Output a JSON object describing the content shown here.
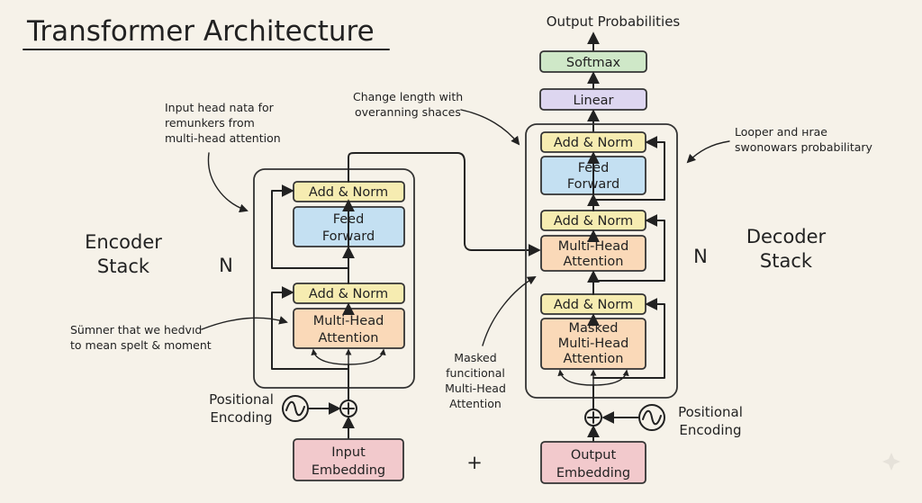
{
  "title": "Transformer Architecture",
  "encoder": {
    "stack_label_line1": "Encoder",
    "stack_label_line2": "Stack",
    "n_label": "N",
    "add_norm_top": "Add & Norm",
    "feed_forward_line1": "Feed",
    "feed_forward_line2": "Forward",
    "add_norm_bottom": "Add & Norm",
    "attention_line1": "Multi-Head",
    "attention_line2": "Attention",
    "positional_line1": "Positional",
    "positional_line2": "Encoding",
    "embedding_line1": "Input",
    "embedding_line2": "Embedding"
  },
  "decoder": {
    "stack_label_line1": "Decoder",
    "stack_label_line2": "Stack",
    "n_label": "N",
    "output_probabilities": "Output Probabilities",
    "softmax": "Softmax",
    "linear": "Linear",
    "add_norm_top": "Add & Norm",
    "feed_forward_line1": "Feed",
    "feed_forward_line2": "Forward",
    "add_norm_mid": "Add & Norm",
    "cross_attention_line1": "Multi-Head",
    "cross_attention_line2": "Attention",
    "add_norm_bottom": "Add & Norm",
    "masked_line1": "Masked",
    "masked_line2": "Multi-Head",
    "masked_line3": "Attention",
    "positional_line1": "Positional",
    "positional_line2": "Encoding",
    "embedding_line1": "Output",
    "embedding_line2": "Embedding"
  },
  "plus_sign": "+",
  "annotations": {
    "input_head_line1": "Input head nata for",
    "input_head_line2": "remunkers from",
    "input_head_line3": "multi-head attention",
    "change_length_line1": "Change length with",
    "change_length_line2": "overanning shaces",
    "looper_line1": "Looper and нrae",
    "looper_line2": "swonowars probabilitary",
    "sumner_line1": "Sümner that we hedvıd",
    "sumner_line2": "to mean spelt & moment",
    "masked_func_line1": "Masked",
    "masked_func_line2": "funcitional",
    "masked_func_line3": "Multi-Head",
    "masked_func_line4": "Attention"
  },
  "colors": {
    "background": "#f6f2e9",
    "add_norm": "#f6ecb1",
    "feed_forward": "#c4e0f2",
    "attention": "#fad9b8",
    "embedding": "#f2c9cc",
    "linear": "#ddd6f0",
    "softmax": "#cfe8c8"
  }
}
